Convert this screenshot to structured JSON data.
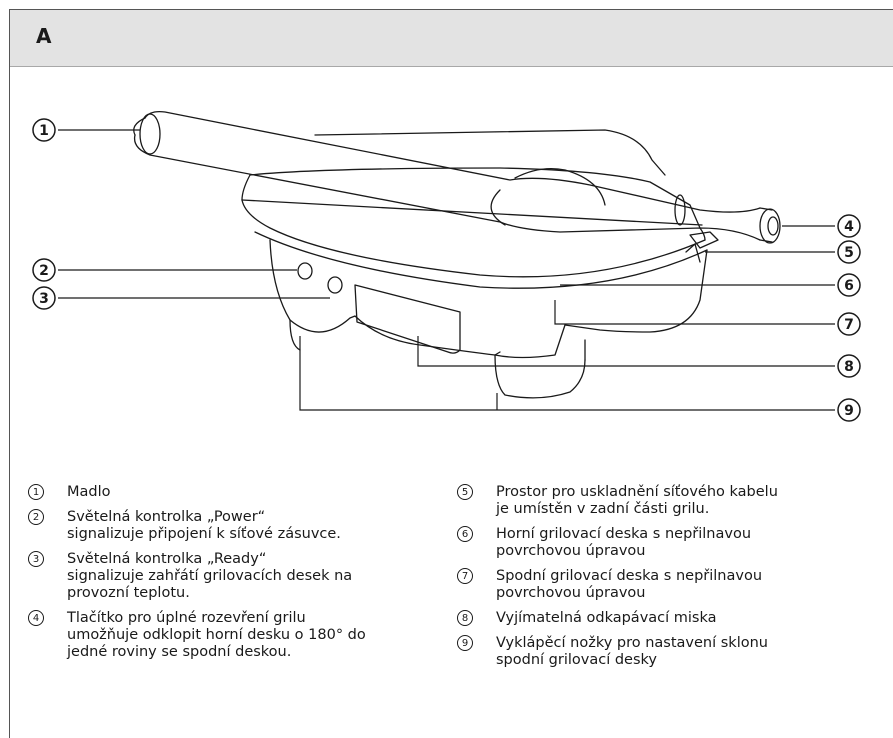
{
  "header": {
    "letter": "A"
  },
  "callouts": [
    "1",
    "2",
    "3",
    "4",
    "5",
    "6",
    "7",
    "8",
    "9"
  ],
  "legend_left": [
    {
      "num": "1",
      "text": "Madlo"
    },
    {
      "num": "2",
      "text": "Světelná kontrolka „Power“\nsignalizuje připojení k síťové zásuvce."
    },
    {
      "num": "3",
      "text": "Světelná kontrolka „Ready“\nsignalizuje zahřátí grilovacích desek na\nprovozní teplotu."
    },
    {
      "num": "4",
      "text": "Tlačítko pro úplné rozevření grilu\numožňuje odklopit horní desku o 180° do\njedné roviny se spodní deskou."
    }
  ],
  "legend_right": [
    {
      "num": "5",
      "text": "Prostor pro uskladnění síťového kabelu\nje umístěn v zadní části grilu."
    },
    {
      "num": "6",
      "text": "Horní grilovací deska s nepřilnavou\npovrchovou úpravou"
    },
    {
      "num": "7",
      "text": "Spodní grilovací deska s nepřilnavou\npovrchovou úpravou"
    },
    {
      "num": "8",
      "text": "Vyjímatelná odkapávací miska"
    },
    {
      "num": "9",
      "text": "Vyklápěcí nožky pro nastavení sklonu\nspodní grilovací desky"
    }
  ]
}
